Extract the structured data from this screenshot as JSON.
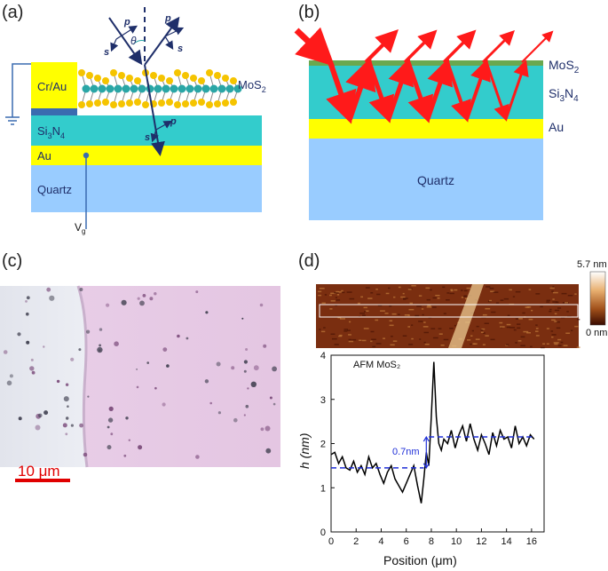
{
  "panel_a": {
    "label": "(a)",
    "layers": {
      "cr_au": "Cr/Au",
      "si3n4": "Si",
      "si3n4_sub": "3",
      "si3n4_suf": "N",
      "si3n4_sub2": "4",
      "au": "Au",
      "quartz": "Quartz",
      "mos2": "MoS",
      "mos2_sub": "2"
    },
    "labels": {
      "p_in": "p",
      "s_in": "s",
      "theta": "θ",
      "p_refl": "p",
      "s_refl": "s",
      "p_trans": "p",
      "s_trans": "s",
      "vg": "V",
      "vg_sub": "g"
    },
    "colors": {
      "cr_au": "#ffff00",
      "si3n4": "#33cccc",
      "au": "#ffff00",
      "quartz": "#99ccff",
      "beam": "#1f2f6a",
      "mos2_s": "#f5c400",
      "mos2_mo": "#2aa6a6"
    }
  },
  "panel_b": {
    "label": "(b)",
    "layers": {
      "mos2": "MoS",
      "mos2_sub": "2",
      "si3n4": "Si",
      "si3n4_sub": "3",
      "si3n4_suf": "N",
      "si3n4_sub2": "4",
      "au": "Au",
      "quartz": "Quartz"
    },
    "colors": {
      "mos2": "#6aa84f",
      "si3n4": "#33cccc",
      "au": "#ffff00",
      "quartz": "#99ccff",
      "ray": "#ff1a1a"
    }
  },
  "panel_c": {
    "label": "(c)",
    "scalebar": "10 μm",
    "colors": {
      "left": "#e6e8ef",
      "right": "#e8cde6",
      "scalebar": "#e00000"
    }
  },
  "panel_d": {
    "label": "(d)",
    "colorbar_max": "5.7 nm",
    "colorbar_min": "0 nm",
    "annotation": "0.7nm",
    "chart_data": {
      "type": "line",
      "title": "AFM MoS₂",
      "xlabel": "Position (μm)",
      "ylabel": "h (nm)",
      "xlim": [
        0,
        17
      ],
      "ylim": [
        0,
        4
      ],
      "xticks": [
        "0",
        "2",
        "4",
        "6",
        "8",
        "10",
        "12",
        "14",
        "16"
      ],
      "yticks": [
        "0",
        "1",
        "2",
        "3",
        "4"
      ],
      "series": [
        {
          "x": [
            0,
            0.3,
            0.6,
            0.9,
            1.2,
            1.5,
            1.8,
            2.1,
            2.4,
            2.7,
            3.0,
            3.3,
            3.6,
            3.9,
            4.2,
            4.5,
            4.8,
            5.1,
            5.4,
            5.7,
            6.0,
            6.3,
            6.6,
            6.9,
            7.2,
            7.4,
            7.6,
            7.8,
            8.0,
            8.2,
            8.4,
            8.6,
            8.8,
            9.0,
            9.3,
            9.6,
            9.9,
            10.2,
            10.5,
            10.8,
            11.1,
            11.4,
            11.7,
            12.0,
            12.3,
            12.6,
            12.9,
            13.2,
            13.5,
            13.8,
            14.1,
            14.4,
            14.7,
            15.0,
            15.3,
            15.6,
            15.9,
            16.2
          ],
          "y": [
            1.75,
            1.8,
            1.55,
            1.7,
            1.45,
            1.4,
            1.6,
            1.35,
            1.5,
            1.3,
            1.7,
            1.45,
            1.55,
            1.3,
            1.1,
            1.35,
            1.5,
            1.2,
            1.05,
            0.9,
            1.1,
            1.3,
            1.5,
            1.05,
            0.65,
            1.2,
            1.8,
            1.5,
            2.6,
            3.85,
            2.6,
            2.0,
            1.85,
            2.1,
            2.0,
            2.3,
            1.9,
            2.2,
            2.4,
            2.05,
            2.45,
            2.1,
            1.85,
            2.2,
            2.0,
            1.75,
            2.25,
            1.95,
            2.3,
            2.1,
            2.15,
            1.9,
            2.4,
            2.0,
            2.15,
            1.95,
            2.2,
            2.1
          ],
          "color": "#000000"
        }
      ],
      "guides": {
        "lower": 1.45,
        "upper": 2.15,
        "lower_x": [
          0,
          7.4
        ],
        "upper_x": [
          7.8,
          16.2
        ]
      }
    },
    "colors": {
      "afm_dark": "#5a1a08",
      "afm_light": "#d79a4a",
      "guide": "#1f2fd8"
    }
  }
}
